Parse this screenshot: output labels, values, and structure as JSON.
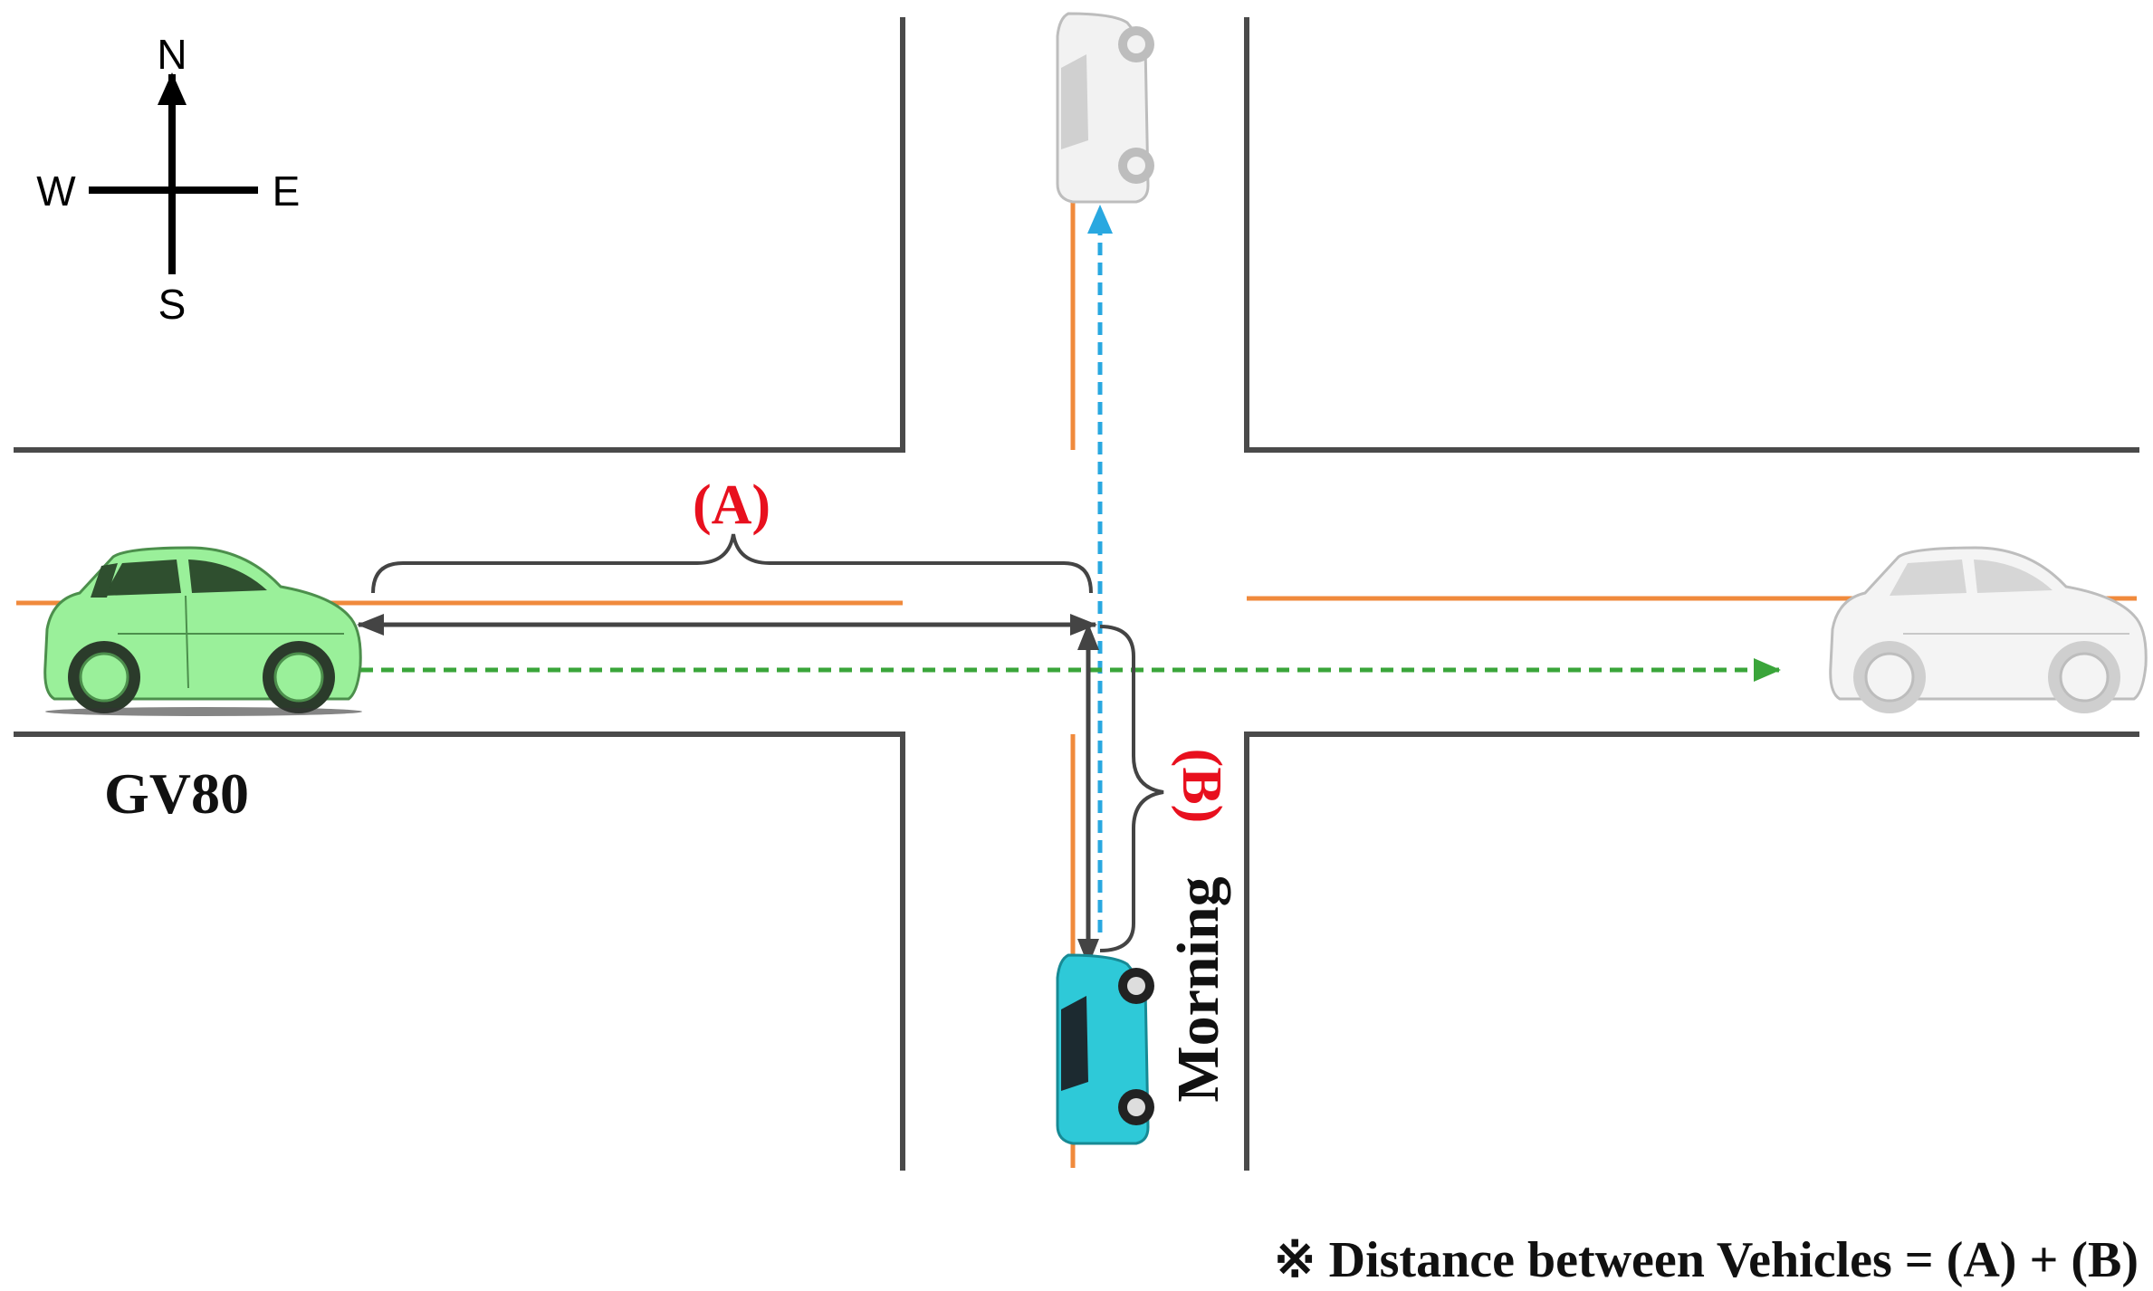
{
  "compass": {
    "north": "N",
    "south": "S",
    "east": "E",
    "west": "W"
  },
  "labels": {
    "segment_a": "(A)",
    "segment_b": "(B)",
    "vehicle_1": "GV80",
    "vehicle_2": "Morning",
    "footnote": "※ Distance between Vehicles = (A) + (B)"
  },
  "colors": {
    "road_edge": "#4a4a4a",
    "center_line": "#f08a3c",
    "label_red": "#e8101e",
    "gv80_path": "#3aa53a",
    "morning_path": "#29a8e0",
    "measure_arrow": "#444444",
    "gv80_body": "#9af09a",
    "morning_body": "#2ec9d8",
    "ghost_body": "#f2f2f2"
  }
}
